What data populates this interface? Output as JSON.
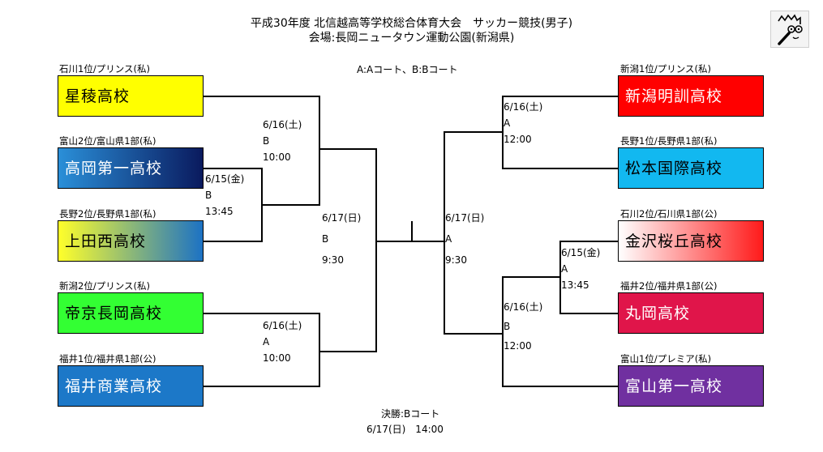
{
  "header": {
    "title1": "平成30年度 北信越高等学校総合体育大会　サッカー競技(男子)",
    "title2": "会場:長岡ニュータウン運動公園(新潟県)"
  },
  "court_note": "A:Aコート、B:Bコート",
  "final_info": {
    "line1": "決勝:Bコート",
    "line2": "6/17(日)　14:00"
  },
  "teams": {
    "t1": {
      "qual": "石川1位/プリンス(私)",
      "name": "星稜高校",
      "bg": "#ffff00"
    },
    "t2": {
      "qual": "富山2位/富山県1部(私)",
      "name": "高岡第一高校",
      "grad_from": "#2a8fd8",
      "grad_to": "#0a1a5e"
    },
    "t3": {
      "qual": "長野2位/長野県1部(私)",
      "name": "上田西高校",
      "grad_from": "#ffff2a",
      "grad_to": "#1c72c4"
    },
    "t4": {
      "qual": "新潟2位/プリンス(私)",
      "name": "帝京長岡高校",
      "bg": "#33ff33"
    },
    "t5": {
      "qual": "福井1位/福井県1部(公)",
      "name": "福井商業高校",
      "bg": "#1c78c8"
    },
    "t6": {
      "qual": "新潟1位/プリンス(私)",
      "name": "新潟明訓高校",
      "bg": "#ff0000"
    },
    "t7": {
      "qual": "長野1位/長野県1部(私)",
      "name": "松本国際高校",
      "bg": "#12b8f0"
    },
    "t8": {
      "qual": "石川2位/石川県1部(公)",
      "name": "金沢桜丘高校",
      "grad_from": "#ffffff",
      "grad_to": "#ff1a1a"
    },
    "t9": {
      "qual": "福井2位/福井県1部(公)",
      "name": "丸岡高校",
      "bg": "#e0154a"
    },
    "t10": {
      "qual": "富山1位/プレミア(私)",
      "name": "富山第一高校",
      "bg": "#7030a0"
    }
  },
  "matches": {
    "m_l_r1": {
      "date": "6/15(金)",
      "court": "B",
      "time": "13:45"
    },
    "m_l_qf1": {
      "date": "6/16(土)",
      "court": "B",
      "time": "10:00"
    },
    "m_l_qf2": {
      "date": "6/16(土)",
      "court": "A",
      "time": "10:00"
    },
    "m_l_sf": {
      "date": "6/17(日)",
      "court": "B",
      "time": "9:30"
    },
    "m_r_qf1": {
      "date": "6/16(土)",
      "court": "A",
      "time": "12:00"
    },
    "m_r_r1": {
      "date": "6/15(金)",
      "court": "A",
      "time": "13:45"
    },
    "m_r_qf2": {
      "date": "6/16(土)",
      "court": "B",
      "time": "12:00"
    },
    "m_r_sf": {
      "date": "6/17(日)",
      "court": "A",
      "time": "9:30"
    }
  },
  "icons": {
    "logo": "doodle-face-icon"
  }
}
